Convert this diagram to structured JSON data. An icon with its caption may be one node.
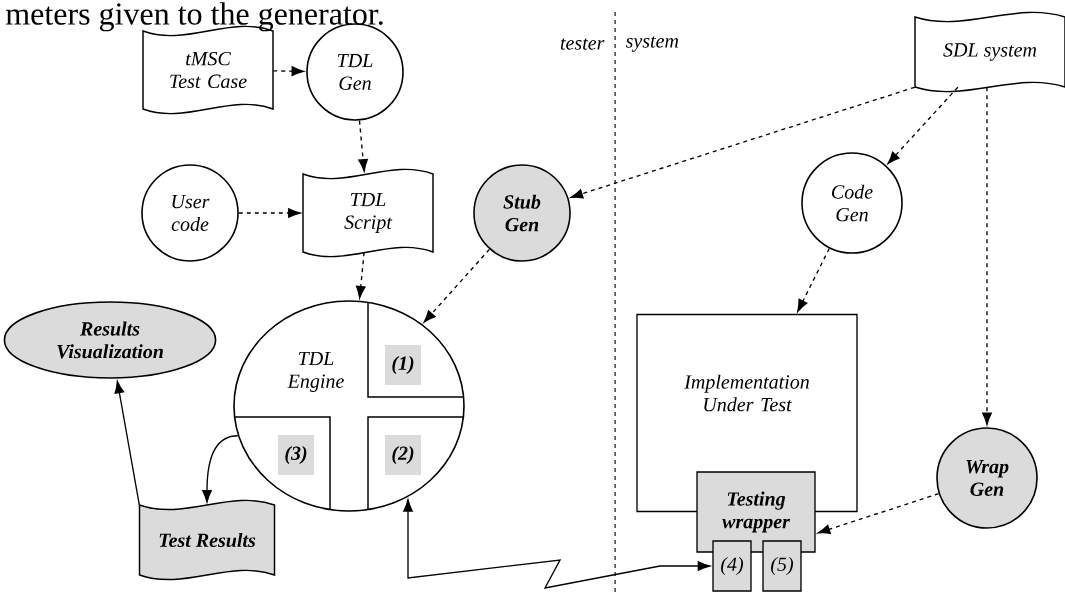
{
  "diagram": {
    "nodes": [
      {
        "text": [
          "tMSC Test Case"
        ]
      },
      {
        "text": [
          "TDL Gen"
        ]
      },
      {
        "text": [
          "SDL system"
        ]
      },
      {
        "text": [
          "User code"
        ]
      },
      {
        "text": [
          "TDL Script"
        ]
      },
      {
        "text": [
          "Stub Gen"
        ]
      },
      {
        "text": [
          "Code Gen"
        ]
      },
      {
        "text": [
          "Results Visualization"
        ]
      },
      {
        "text": [
          "TDL Engine"
        ]
      },
      {
        "text": [
          "(1)"
        ],
        "in": 8
      },
      {
        "text": [
          "(3)"
        ],
        "in": 8
      },
      {
        "text": [
          "(2)"
        ],
        "in": 8
      },
      {
        "text": [
          "Implementation Under Test"
        ]
      },
      {
        "text": [
          "Wrap Gen"
        ]
      },
      {
        "text": [
          "Testing wrapper"
        ]
      },
      {
        "text": [
          "(4)"
        ]
      },
      {
        "text": [
          "(5)"
        ]
      },
      {
        "text": [
          "Test Results"
        ]
      }
    ],
    "edges": [
      {
        "from": 0,
        "to": 1,
        "arrow": "to",
        "style": "dashed"
      },
      {
        "from": 1,
        "to": 4,
        "arrow": "to",
        "style": "dashed"
      },
      {
        "from": 3,
        "to": 4,
        "arrow": "to",
        "style": "dashed"
      },
      {
        "from": 2,
        "to": 5,
        "arrow": "to",
        "style": "dashed"
      },
      {
        "from": 2,
        "to": 6,
        "arrow": "to",
        "style": "dashed"
      },
      {
        "from": 2,
        "to": 13,
        "arrow": "to",
        "style": "dashed"
      },
      {
        "from": 4,
        "to": 8,
        "arrow": "to",
        "style": "dashed"
      },
      {
        "from": 5,
        "to": 8,
        "arrow": "to",
        "style": "dashed"
      },
      {
        "from": 6,
        "to": 12,
        "arrow": "to",
        "style": "dashed"
      },
      {
        "from": 13,
        "to": 14,
        "arrow": "to",
        "style": "dashed"
      },
      {
        "from": 8,
        "to": 17,
        "arrow": "to"
      },
      {
        "from": 17,
        "to": 7,
        "arrow": "to"
      },
      {
        "from": 15,
        "to": 8,
        "arrow": "both"
      }
    ],
    "labels": [
      "meters given to the generator.",
      "tester",
      "system"
    ]
  }
}
